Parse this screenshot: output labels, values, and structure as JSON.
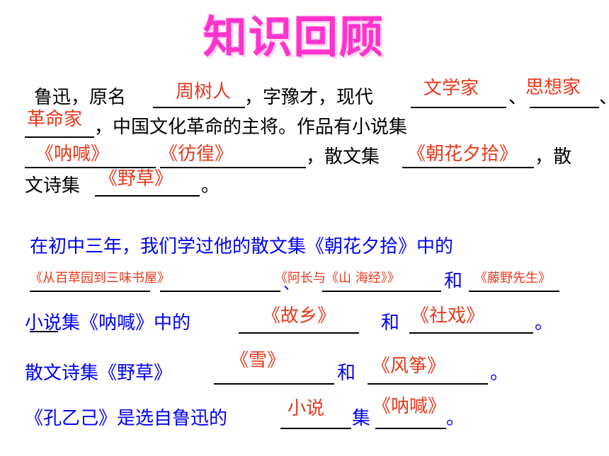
{
  "title": "知识回顾",
  "p1": {
    "l1a": "鲁迅，原名",
    "l1b": "，字豫才，现代",
    "l1c": "、",
    "l1d": "、",
    "l2": "，中国文化革命的主将。作品有小说集",
    "l3a": "，散文集",
    "l3b": "，散",
    "l4a": "文诗集",
    "l4b": "。"
  },
  "p1_answers": {
    "name": "周树人",
    "a1": "文学家",
    "a2": "思想家",
    "a3": "革命家",
    "novel1": "《呐喊》",
    "novel2": "《彷徨》",
    "prose": "《朝花夕拾》",
    "poem": "《野草》"
  },
  "p2": {
    "l1": "在初中三年，我们学过他的散文集《朝花夕拾》中的",
    "l2and": "和",
    "l3a": "小说集《呐喊》中的",
    "l3b": "和",
    "l3c": "。",
    "l4a": "散文诗集《野草》",
    "l4b": "和",
    "l4c": "。",
    "l5a": "《孔乙己》是选自鲁迅的",
    "l5b": "集",
    "l5c": "。"
  },
  "p2_answers": {
    "s1": "《从百草园到三味书屋》",
    "s2": "《阿长与《山 海经》》",
    "s3": "《藤野先生》",
    "n1": "《故乡》",
    "n2": "《社戏》",
    "y1": "《雪》",
    "y2": "《风筝》",
    "genre": "小说",
    "book": "《呐喊》"
  }
}
